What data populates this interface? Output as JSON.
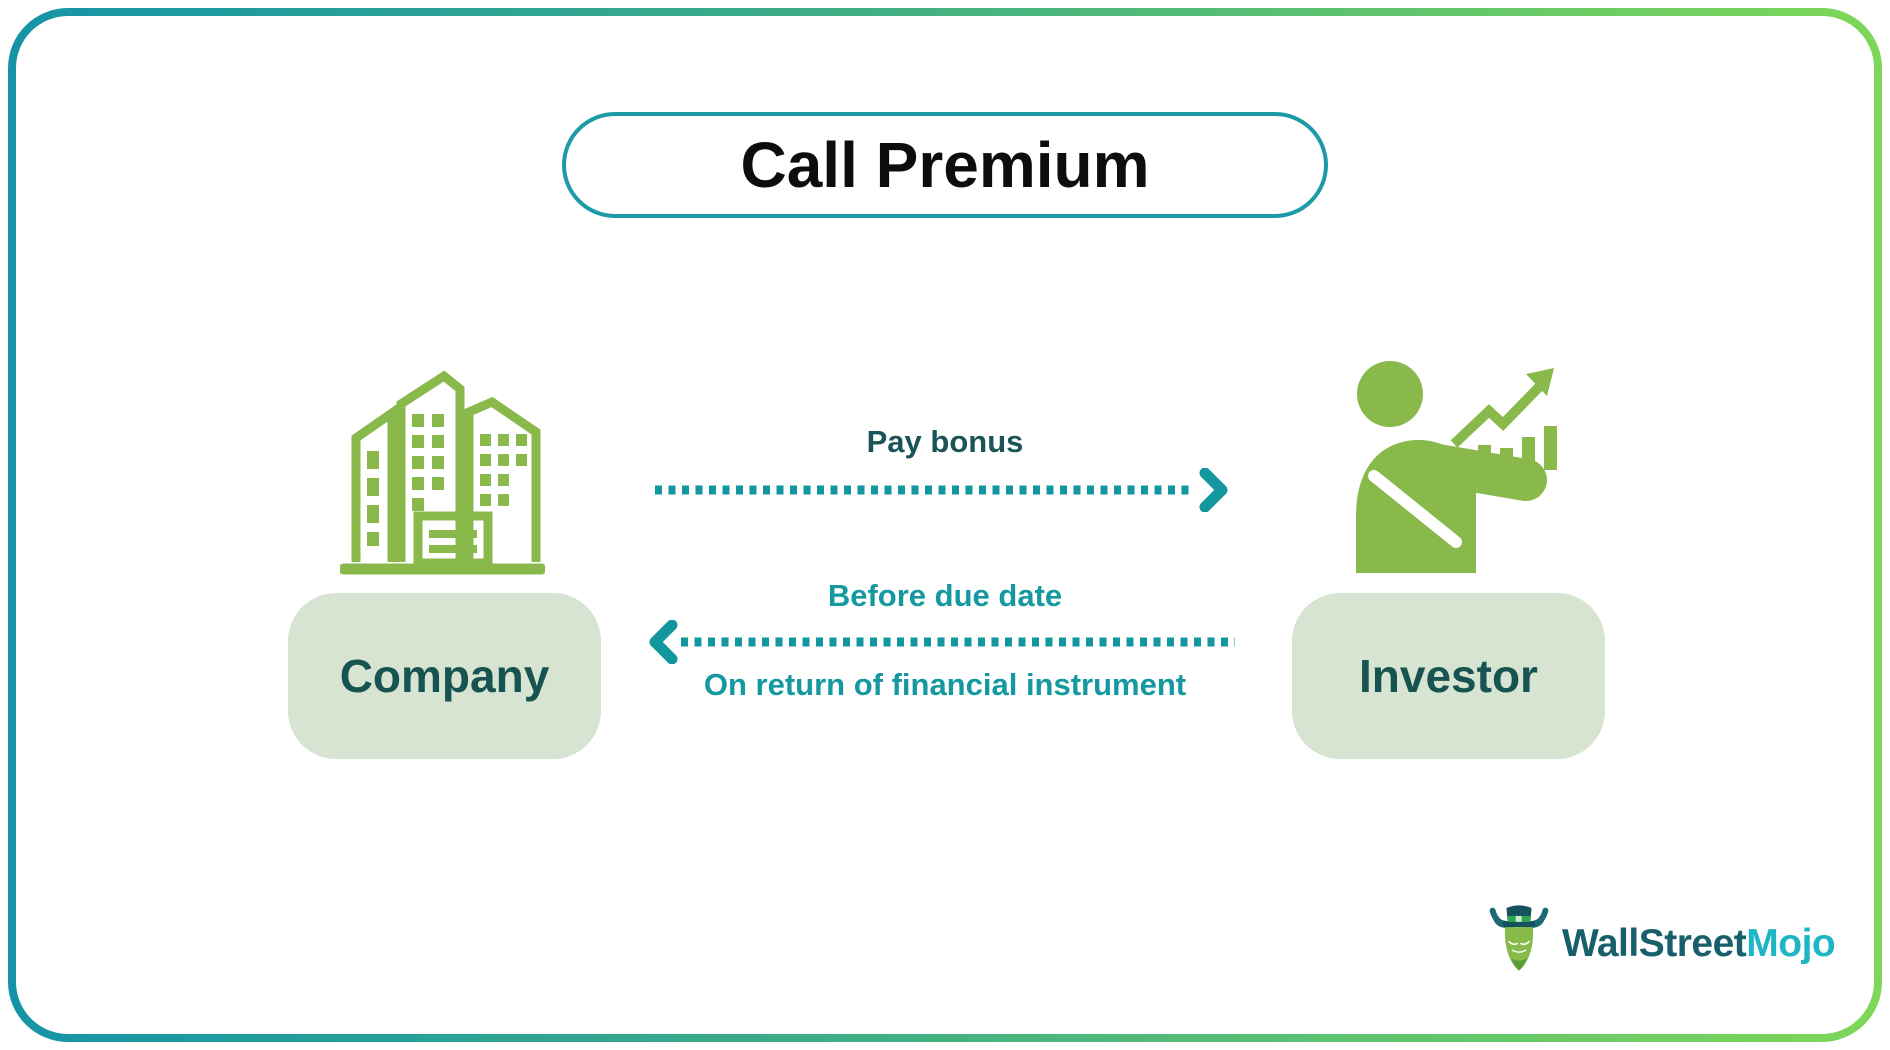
{
  "title": "Call Premium",
  "entities": {
    "company": {
      "label": "Company",
      "icon": "company-buildings-icon"
    },
    "investor": {
      "label": "Investor",
      "icon": "investor-growth-chart-icon"
    }
  },
  "flows": {
    "pay_bonus": {
      "label": "Pay bonus",
      "direction": "right"
    },
    "return_flow": {
      "label_above": "Before due date",
      "label_below": "On return of financial instrument",
      "direction": "left"
    }
  },
  "logo": {
    "name": "WallStreetMojo",
    "part1": "WallStreet",
    "part2": "Mojo",
    "icon": "bull-with-hat-icon"
  },
  "colors": {
    "frame_teal": "#1594a7",
    "frame_green": "#7ed758",
    "pill_border": "#1d9aa7",
    "icon_green": "#8ab94b",
    "entity_bg": "#d7e4d1",
    "entity_text": "#175350",
    "arrow_teal": "#12979e",
    "flow_label_dark": "#1a5458",
    "flow_label_teal": "#13999f",
    "logo_dark": "#175f6b",
    "logo_cyan": "#1eb5c5",
    "title_text": "#0d0d0d"
  }
}
